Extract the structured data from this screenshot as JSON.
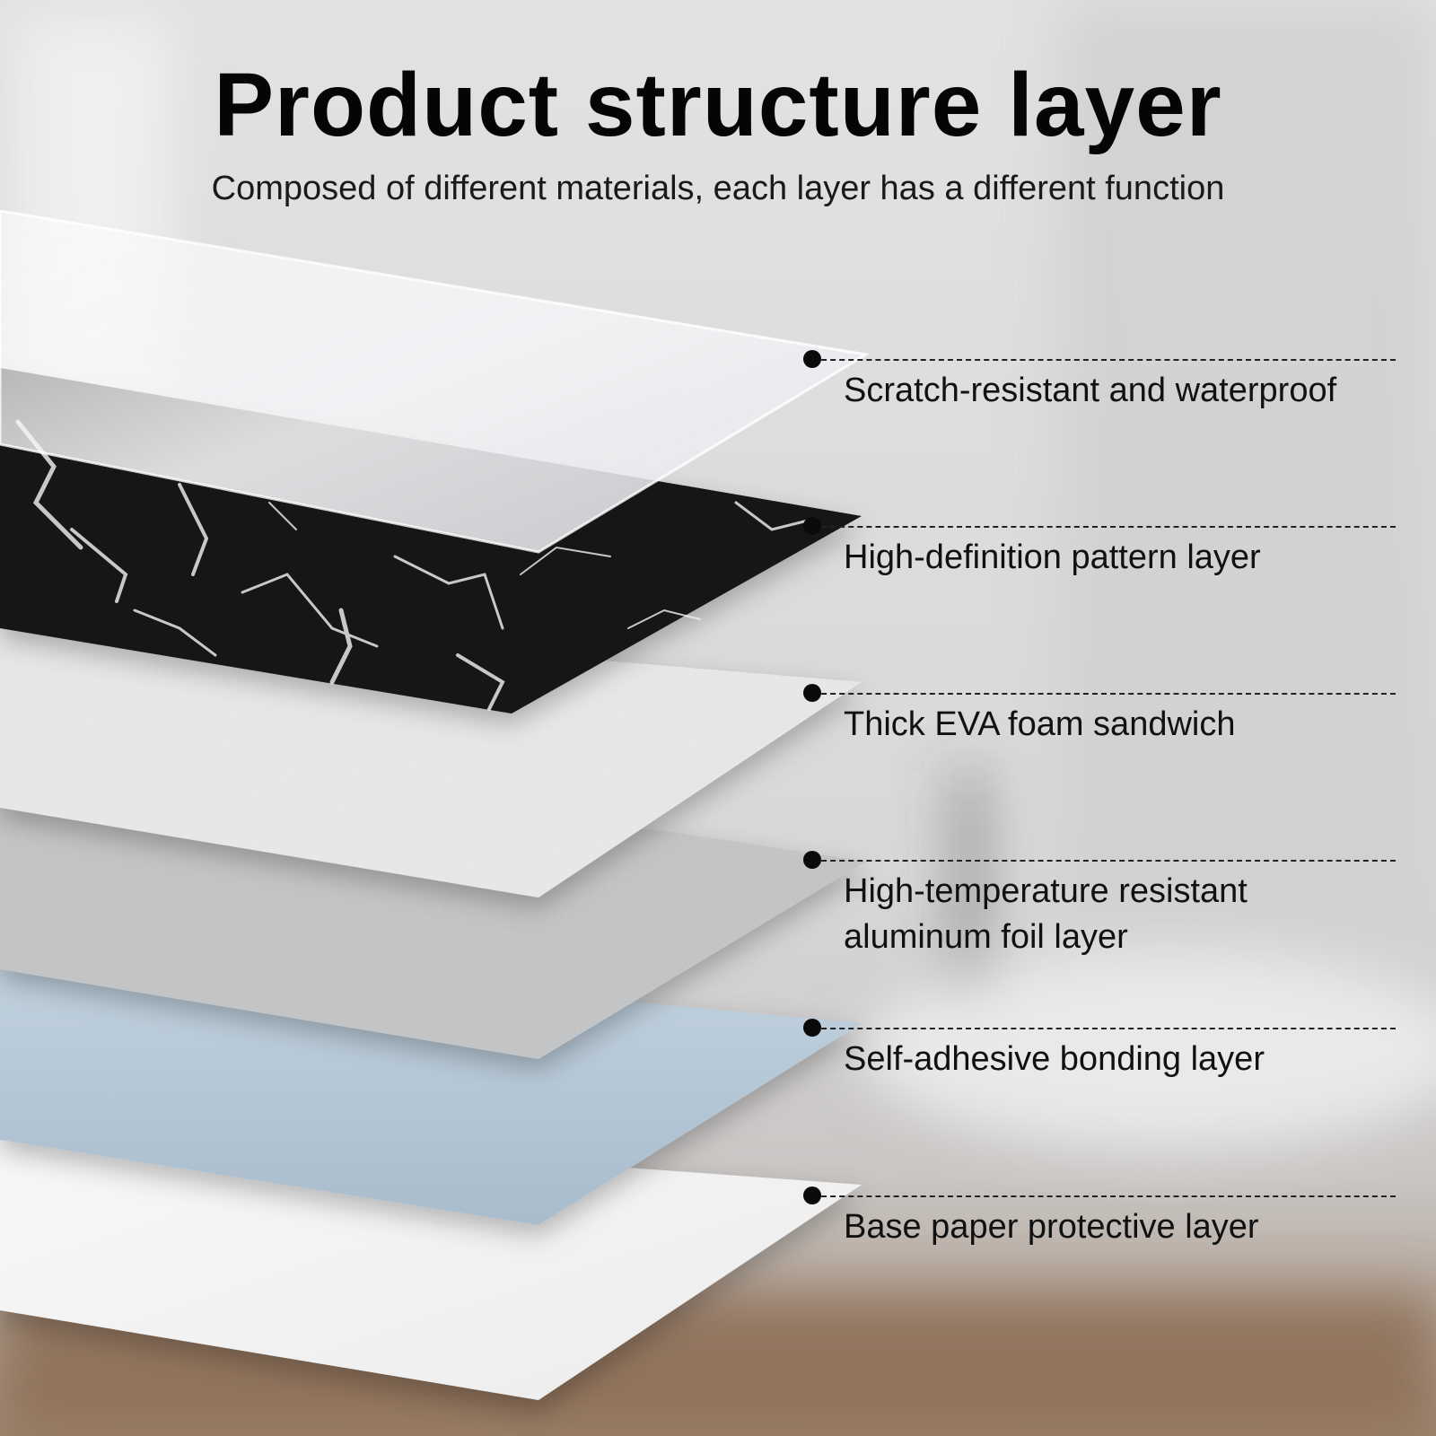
{
  "header": {
    "title": "Product structure layer",
    "subtitle": "Composed of different materials, each layer has a different function"
  },
  "layers": [
    {
      "label_lines": [
        "Scratch-resistant and waterproof"
      ],
      "material": "clear-film",
      "color": "#eef0f3"
    },
    {
      "label_lines": [
        "High-definition pattern layer"
      ],
      "material": "black-marble",
      "color": "#121212"
    },
    {
      "label_lines": [
        "Thick EVA foam sandwich"
      ],
      "material": "white-foam",
      "color": "#e6e7e8"
    },
    {
      "label_lines": [
        "High-temperature resistant",
        "aluminum foil layer"
      ],
      "material": "aluminum-foil",
      "color": "#bfc1c3"
    },
    {
      "label_lines": [
        "Self-adhesive bonding layer"
      ],
      "material": "blue-adhesive",
      "color": "#b8c8d6"
    },
    {
      "label_lines": [
        "Base paper protective layer"
      ],
      "material": "white-paper",
      "color": "#f4f4f4"
    }
  ],
  "colors": {
    "background_top": "#e4e4e6",
    "background_floor": "#8a6a50",
    "text": "#111111",
    "leader": "#222222"
  }
}
